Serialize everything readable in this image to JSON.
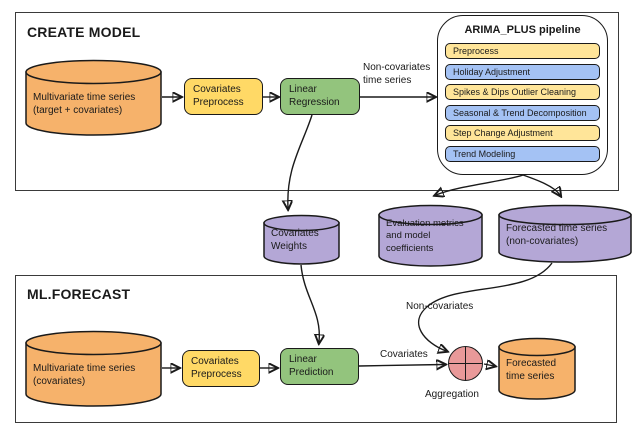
{
  "colors": {
    "orange": "#F6B26B",
    "yellow": "#FFD966",
    "pipeline_yellow": "#FFE599",
    "blue": "#A4C2F4",
    "green": "#93C47D",
    "purple": "#B4A7D6",
    "red": "#E99999"
  },
  "create_model": {
    "title": "CREATE MODEL",
    "input_cylinder": "Multivariate time series\n(target + covariates)",
    "preprocess_box": "Covariates\nPreprocess",
    "regression_box": "Linear\nRegression",
    "arrow_label": "Non-covariates\ntime series",
    "pipeline": {
      "title": "ARIMA_PLUS pipeline",
      "steps": [
        {
          "label": "Preprocess",
          "color": "yellow"
        },
        {
          "label": "Holiday Adjustment",
          "color": "blue"
        },
        {
          "label": "Spikes & Dips Outlier Cleaning",
          "color": "yellow"
        },
        {
          "label": "Seasonal & Trend Decomposition",
          "color": "blue"
        },
        {
          "label": "Step Change Adjustment",
          "color": "yellow"
        },
        {
          "label": "Trend Modeling",
          "color": "blue"
        }
      ]
    }
  },
  "model_outputs": {
    "covariates_weights": "Covariates\nWeights",
    "evaluation_metrics": "Evaluation metrics\nand model\ncoefficients",
    "forecast_noncovariates": "Forecasted time series\n(non-covariates)"
  },
  "ml_forecast": {
    "title": "ML.FORECAST",
    "input_cylinder": "Multivariate time series\n(covariates)",
    "preprocess_box": "Covariates\nPreprocess",
    "prediction_box": "Linear\nPrediction",
    "covariates_label": "Covariates",
    "noncovariates_label": "Non-covariates",
    "aggregation_label": "Aggregation",
    "output_cylinder": "Forecasted\ntime series"
  }
}
